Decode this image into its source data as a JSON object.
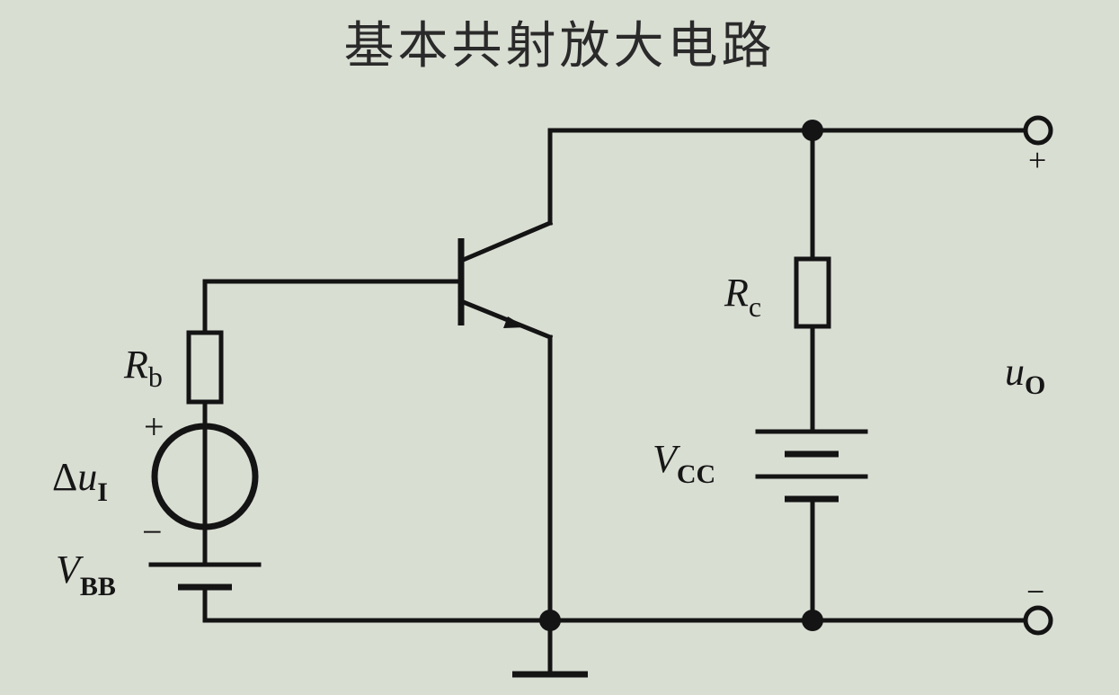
{
  "title": "基本共射放大电路",
  "labels": {
    "rb_main": "R",
    "rb_sub": "b",
    "rc_main": "R",
    "rc_sub": "c",
    "vcc_main": "V",
    "vcc_sub": "CC",
    "vbb_main": "V",
    "vbb_sub": "BB",
    "du_delta": "Δ",
    "du_main": "u",
    "du_sub": "I",
    "uo_main": "u",
    "uo_sub": "O",
    "src_plus": "+",
    "src_minus": "−",
    "out_plus": "+",
    "out_minus": "−"
  },
  "colors": {
    "background": "#d9ded3",
    "ink": "#141414"
  }
}
